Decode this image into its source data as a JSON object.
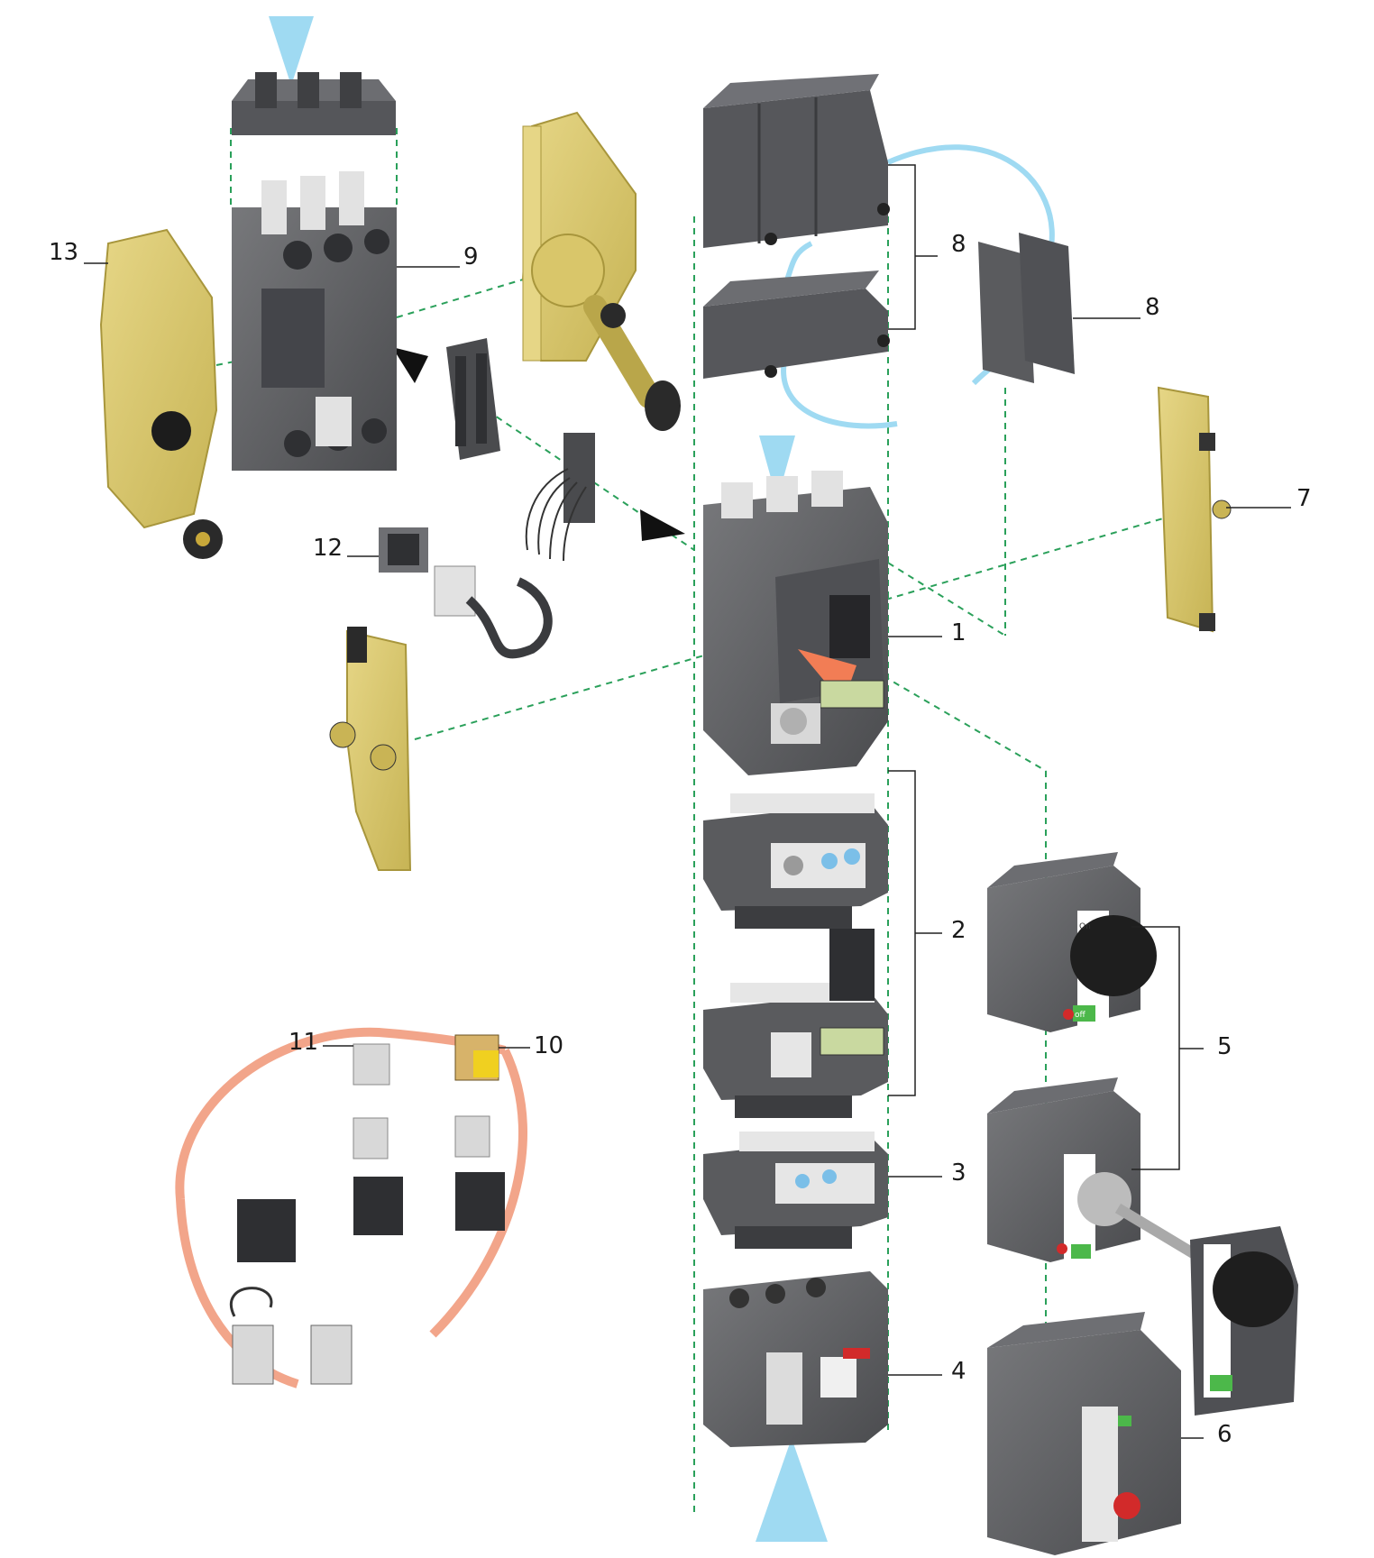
{
  "callouts": {
    "c1": "1",
    "c2": "2",
    "c3": "3",
    "c4": "4",
    "c5": "5",
    "c6": "6",
    "c7": "7",
    "c8a": "8",
    "c8b": "8",
    "c9": "9",
    "c10": "10",
    "c11": "11",
    "c12": "12",
    "c13": "13"
  },
  "device_markings": {
    "handle_on": "On",
    "handle_off": "off"
  },
  "colors": {
    "body_grey": "#5a5b5e",
    "body_dark": "#3c3d40",
    "body_light": "#8a8b8e",
    "plate_yellow": "#d9c66a",
    "plate_yellow_dark": "#b9a64a",
    "guide_green": "#2aa05a",
    "arrow_blue": "#9fdaf2",
    "ring_salmon": "#f2a58a",
    "indicator_green": "#4cb84a",
    "indicator_red": "#d22a2a",
    "lcd_green": "#c9d9a0"
  }
}
